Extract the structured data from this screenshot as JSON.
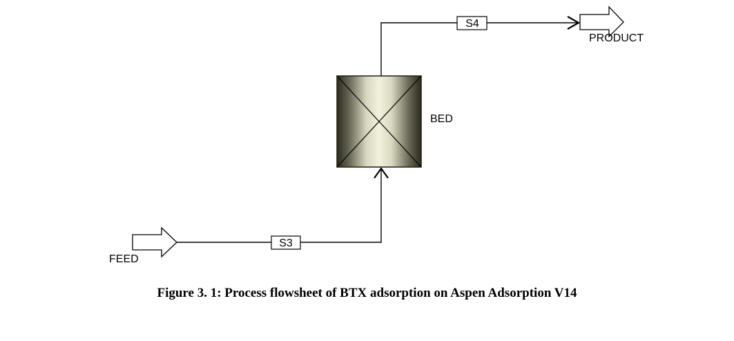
{
  "diagram": {
    "blocks": {
      "bed": {
        "label": "BED",
        "type": "adsorption-bed"
      }
    },
    "streams": {
      "feed": {
        "label": "FEED",
        "type": "feed-port"
      },
      "product": {
        "label": "PRODUCT",
        "type": "product-port"
      },
      "s3": {
        "label": "S3",
        "from": "FEED",
        "to": "BED"
      },
      "s4": {
        "label": "S4",
        "from": "BED",
        "to": "PRODUCT"
      }
    },
    "colors": {
      "line": "#000000",
      "bed_dark": "#2a2a1e",
      "bed_light": "#f2f2dc",
      "bed_mid": "#b8b6a0"
    }
  },
  "caption": "Figure 3. 1: Process flowsheet of BTX adsorption on Aspen Adsorption V14"
}
